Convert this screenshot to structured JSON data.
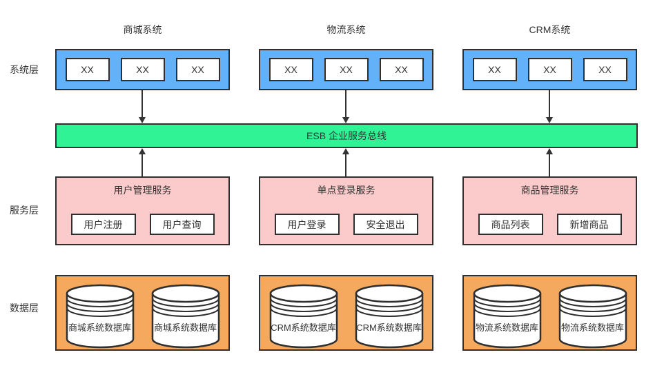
{
  "colors": {
    "system_fill": "#63B1F9",
    "esb_fill": "#30F396",
    "service_fill": "#FBCBCB",
    "data_fill": "#F5A95F",
    "border": "#2f2f2f"
  },
  "layers": {
    "system": "系统层",
    "service": "服务层",
    "data": "数据层"
  },
  "esb": {
    "label": "ESB 企业服务总线"
  },
  "columns": [
    {
      "system_title": "商城系统",
      "modules": [
        "XX",
        "XX",
        "XX"
      ],
      "service_title": "用户管理服务",
      "service_items": [
        "用户注册",
        "用户查询"
      ],
      "databases": [
        "商城系统数据库",
        "商城系统数据库"
      ]
    },
    {
      "system_title": "物流系统",
      "modules": [
        "XX",
        "XX",
        "XX"
      ],
      "service_title": "单点登录服务",
      "service_items": [
        "用户登录",
        "安全退出"
      ],
      "databases": [
        "CRM系统数据库",
        "CRM系统数据库"
      ]
    },
    {
      "system_title": "CRM系统",
      "modules": [
        "XX",
        "XX",
        "XX"
      ],
      "service_title": "商品管理服务",
      "service_items": [
        "商品列表",
        "新增商品"
      ],
      "databases": [
        "物流系统数据库",
        "物流系统数据库"
      ]
    }
  ]
}
